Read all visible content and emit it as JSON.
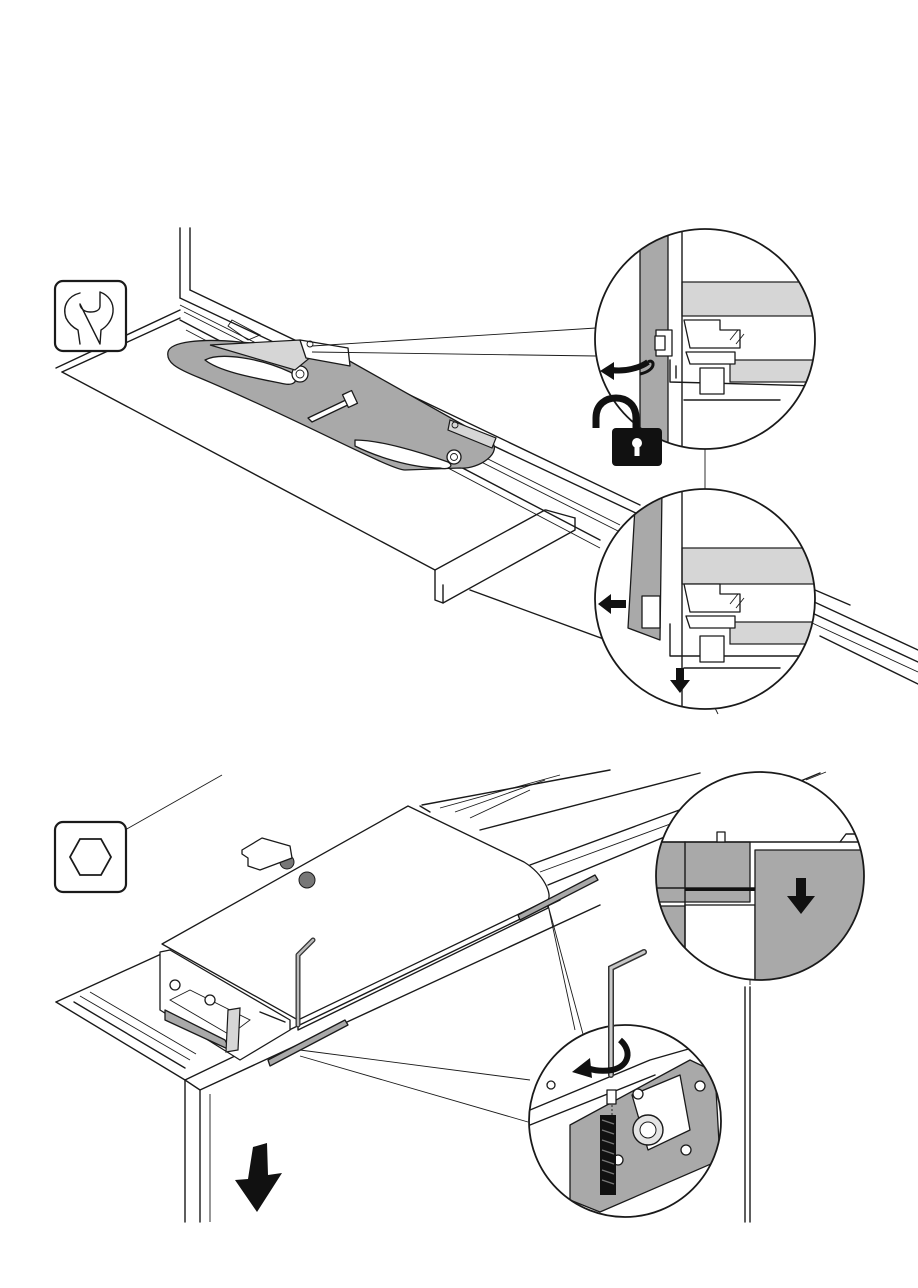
{
  "document": {
    "type": "assembly-instruction-page",
    "steps": [
      {
        "id": "step-1",
        "tool_icon": "wrench-icon",
        "callouts": [
          "unlock-rotate-detail",
          "pull-out-and-down-detail"
        ],
        "status_icon": "unlocked-padlock-icon"
      },
      {
        "id": "step-2",
        "tool_icon": "hex-key-icon",
        "callouts": [
          "door-lower-detail",
          "hex-screw-adjust-detail"
        ],
        "action_icon": "arrow-down-icon"
      }
    ]
  },
  "colors": {
    "line": "#1a1a1a",
    "panel_grey": "#a9a9a9",
    "light_grey": "#d6d6d6",
    "dark_grey": "#555555",
    "black": "#111111",
    "background": "#ffffff"
  }
}
